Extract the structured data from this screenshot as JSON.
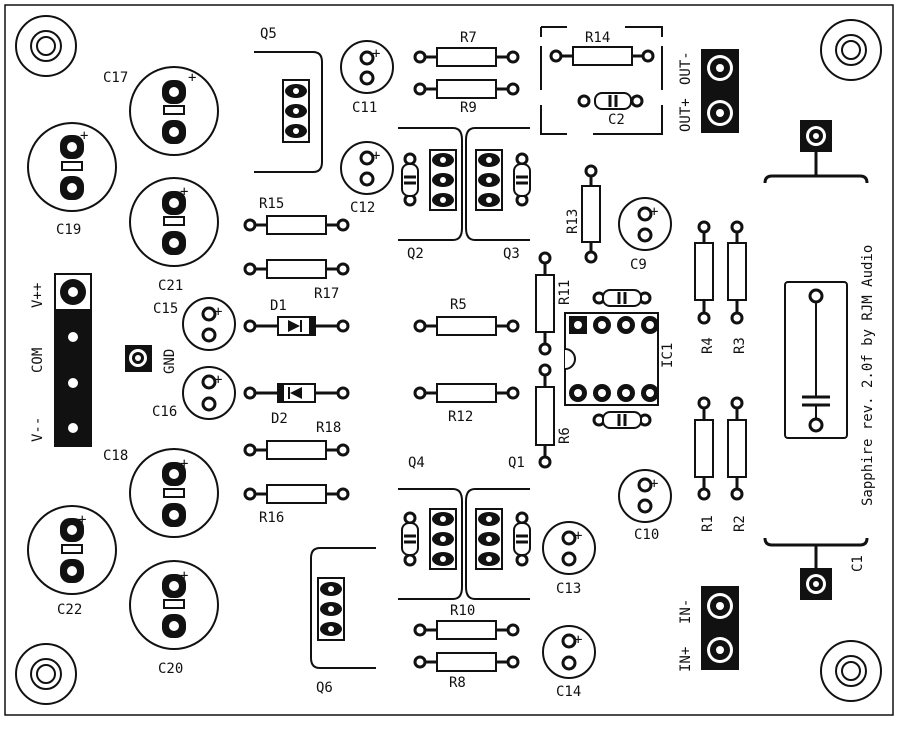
{
  "board": {
    "title": "Sapphire rev. 2.0f by RJM Audio"
  },
  "labels": {
    "q5": "Q5",
    "c17": "C17",
    "c11": "C11",
    "r7": "R7",
    "r14": "R14",
    "out_minus": "OUT-",
    "out_plus": "OUT+",
    "r9": "R9",
    "c2": "C2",
    "c19": "C19",
    "c12": "C12",
    "r15": "R15",
    "c21": "C21",
    "r13": "R13",
    "c9": "C9",
    "q2": "Q2",
    "q3": "Q3",
    "r17": "R17",
    "vpp": "V++",
    "c15": "C15",
    "d1": "D1",
    "r5": "R5",
    "r11": "R11",
    "r4": "R4",
    "r3": "R3",
    "com": "COM",
    "gnd": "GND",
    "ic1": "IC1",
    "c16": "C16",
    "r12": "R12",
    "d2": "D2",
    "vmm": "V--",
    "r18": "R18",
    "r6": "R6",
    "c18": "C18",
    "q4": "Q4",
    "q1": "Q1",
    "r16": "R16",
    "c10": "C10",
    "r1": "R1",
    "r2": "R2",
    "c1": "C1",
    "c22": "C22",
    "c13": "C13",
    "r10": "R10",
    "in_minus": "IN-",
    "in_plus": "IN+",
    "c20": "C20",
    "r8": "R8",
    "q6": "Q6",
    "c14": "C14"
  }
}
